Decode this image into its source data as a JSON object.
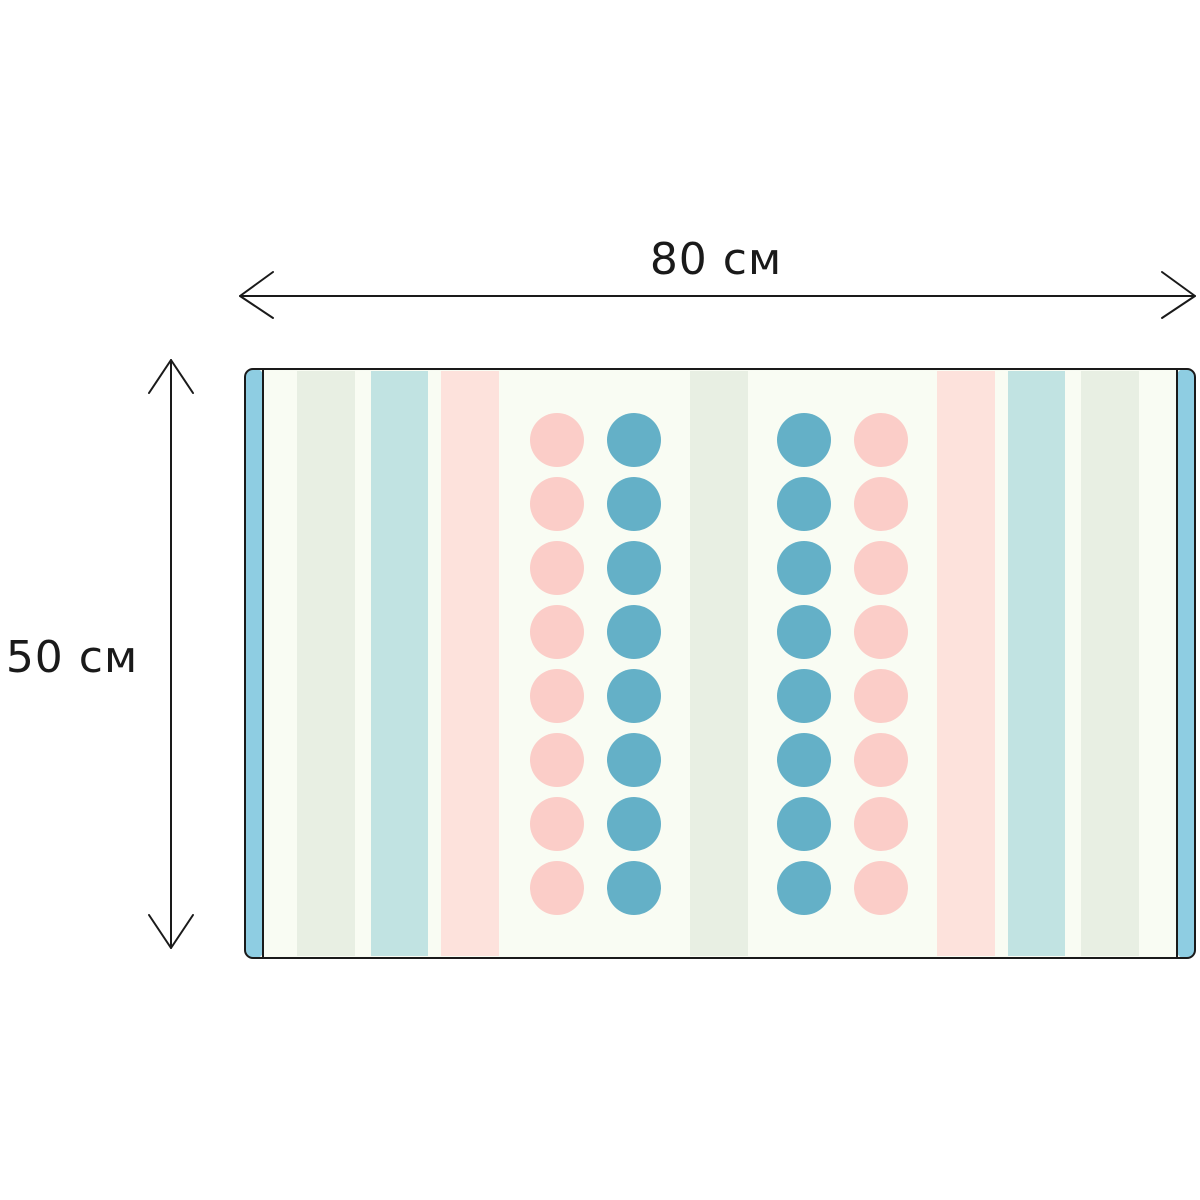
{
  "dimensions": {
    "width_label": "80 см",
    "height_label": "50 см"
  },
  "colors": {
    "outline": "#1a1a1a",
    "edge_band": "#8ecde2",
    "background": "#f9fcf3",
    "stripe_sage": "#e8efe3",
    "stripe_aqua": "#c1e3e2",
    "stripe_peach": "#fde2dc",
    "dot_pink": "#fbcdc8",
    "dot_teal": "#64b0c7"
  },
  "pattern": {
    "stripes": [
      "sage",
      "aqua",
      "peach",
      "sage",
      "peach",
      "aqua",
      "sage"
    ],
    "dot_columns": [
      "pink",
      "teal",
      "teal",
      "pink"
    ],
    "dots_per_column": 8
  },
  "icons": [
    "double-arrow-horizontal-icon",
    "double-arrow-vertical-icon"
  ]
}
